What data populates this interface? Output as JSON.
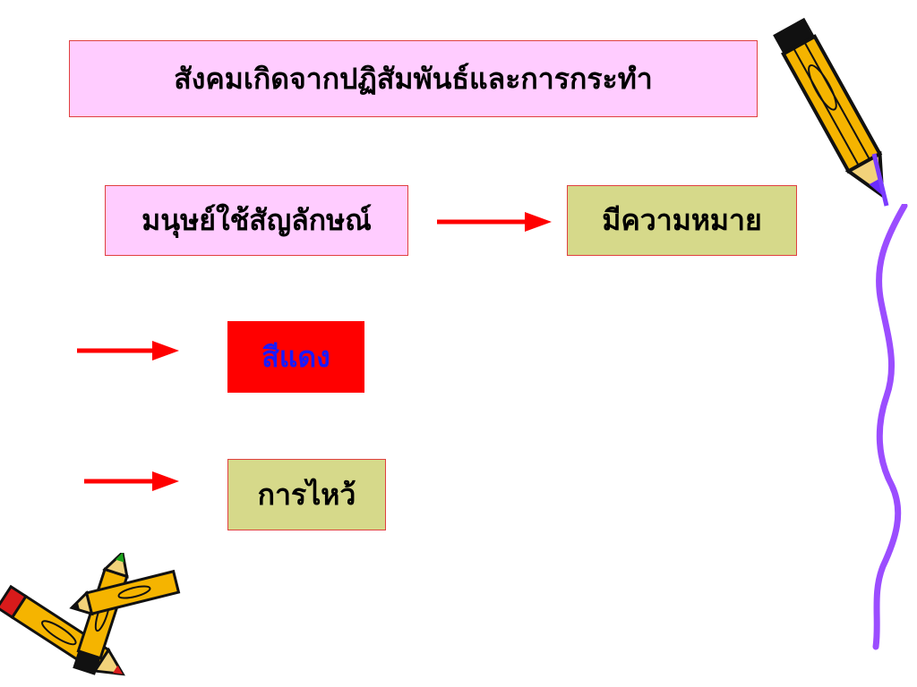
{
  "slide": {
    "title": "สังคมเกิดจากปฏิสัมพันธ์และการกระทำ",
    "symbol_box": "มนุษย์ใช้สัญลักษณ์",
    "meaning_box": "มีความหมาย",
    "example_red": "สีแดง",
    "example_wai": "การไหว้"
  },
  "colors": {
    "title_fill": "#ffccff",
    "meaning_fill": "#d6d98a",
    "red_fill": "#ff0000",
    "red_text": "#1a1aff",
    "arrow": "#ff0000",
    "wave": "#9b4dff"
  },
  "icons": [
    "pencil-icon",
    "crossed-pencils-icon",
    "arrow-right-icon",
    "wavy-line-icon"
  ]
}
